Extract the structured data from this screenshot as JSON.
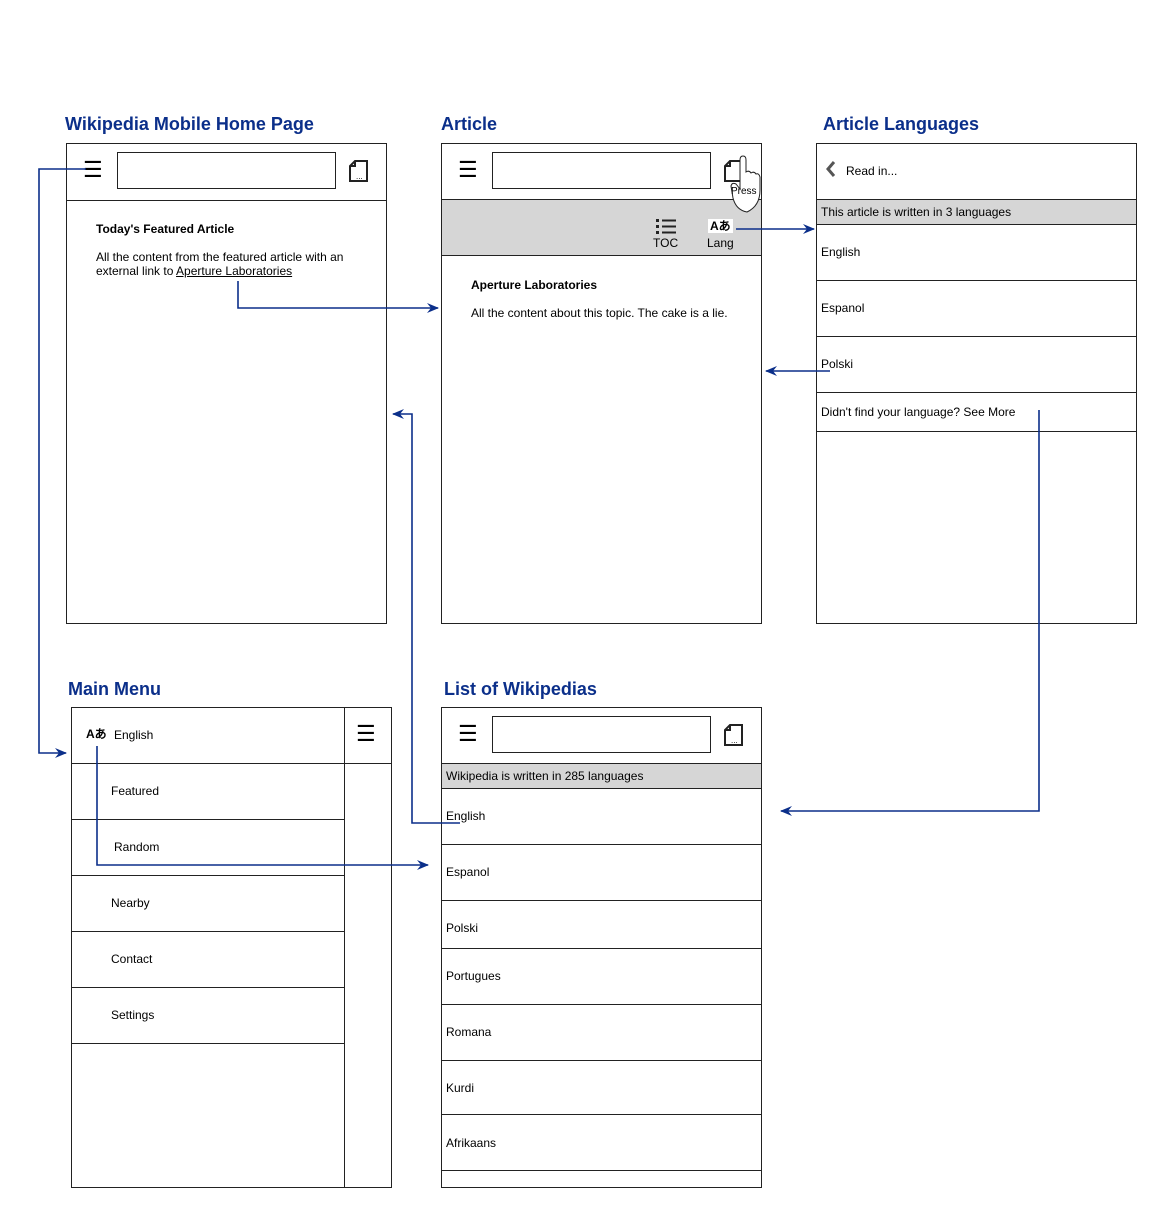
{
  "titles": {
    "home": "Wikipedia Mobile Home Page",
    "article": "Article",
    "article_languages": "Article Languages",
    "main_menu": "Main Menu",
    "list_wikipedias": "List of Wikipedias"
  },
  "home": {
    "featured_heading": "Today's Featured Article",
    "body_line1": "All the content from the featured article with an",
    "body_line2_prefix": "external link to ",
    "link_text": "Aperture Laboratories"
  },
  "article": {
    "press_label": "Press",
    "toc_label": "TOC",
    "lang_label": "Lang",
    "lang_glyph": "Aあ",
    "heading": "Aperture Laboratories",
    "body": "All the content about this topic. The cake is a lie."
  },
  "article_languages": {
    "back_label": "Read in...",
    "banner": "This article is written in 3 languages",
    "languages": [
      "English",
      "Espanol",
      "Polski"
    ],
    "see_more": "Didn't find your language? See More"
  },
  "main_menu": {
    "lang_glyph": "Aあ",
    "language": "English",
    "items": [
      "Featured",
      "Random",
      "Nearby",
      "Contact",
      "Settings"
    ]
  },
  "list_wikipedias": {
    "banner": "Wikipedia is written in 285 languages",
    "languages": [
      "English",
      "Espanol",
      "Polski",
      "Portugues",
      "Romana",
      "Kurdi",
      "Afrikaans"
    ]
  },
  "colors": {
    "title": "#0b2f8a",
    "arrow": "#0b2f8a",
    "banner": "#d6d6d6"
  }
}
